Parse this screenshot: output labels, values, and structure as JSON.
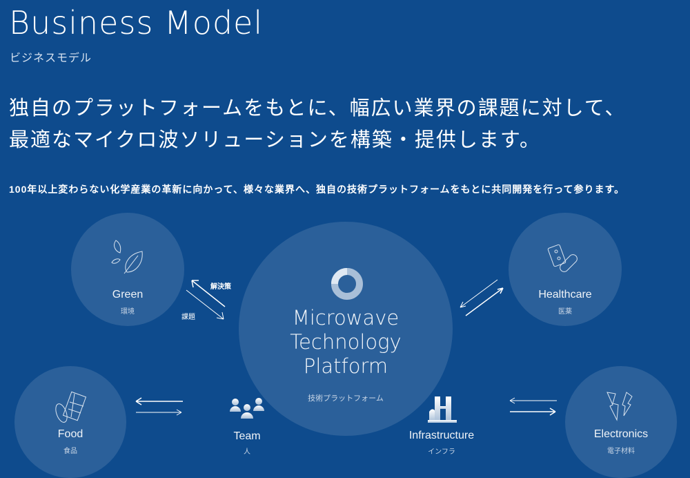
{
  "header": {
    "title": "Business Model",
    "subtitle": "ビジネスモデル"
  },
  "lead": {
    "line1": "独自のプラットフォームをもとに、幅広い業界の課題に対して、",
    "line2": "最適なマイクロ波ソリューションを構築・提供します。"
  },
  "description": "100年以上変わらない化学産業の革新に向かって、様々な業界へ、独自の技術プラットフォームをもとに共同開発を行って参ります。",
  "platform": {
    "title_lines": [
      "Microwave",
      "Technology",
      "Platform"
    ],
    "jp": "技術プラットフォーム"
  },
  "arrows": {
    "solution": "解決策",
    "issue": "課題"
  },
  "industries": [
    {
      "name": "Green",
      "jp": "環境",
      "icon": "leaf-icon"
    },
    {
      "name": "Healthcare",
      "jp": "医薬",
      "icon": "pill-icon"
    },
    {
      "name": "Food",
      "jp": "食品",
      "icon": "chocolate-icon"
    },
    {
      "name": "Electronics",
      "jp": "電子材料",
      "icon": "lightning-icon"
    }
  ],
  "resources": [
    {
      "name": "Team",
      "jp": "人",
      "icon": "team-icon"
    },
    {
      "name": "Infrastructure",
      "jp": "インフラ",
      "icon": "factory-icon"
    }
  ]
}
